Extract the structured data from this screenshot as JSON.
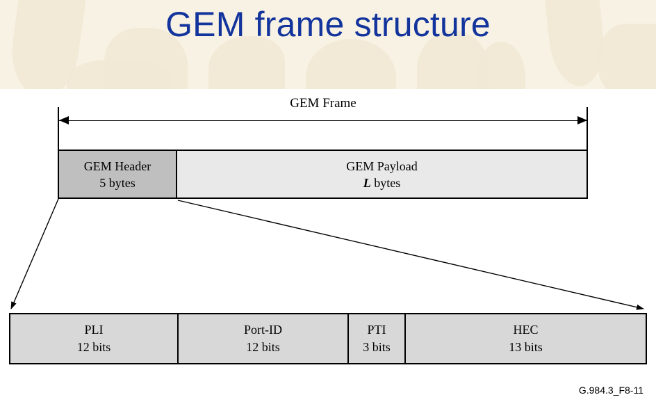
{
  "slide": {
    "title": "GEM frame structure",
    "title_color": "#12349c",
    "band_color": "#f8f2e4"
  },
  "figure": {
    "dimension_label": "GEM Frame",
    "frame_row": [
      {
        "name": "GEM Header",
        "size": "5 bytes",
        "fill": "#bfbfbf"
      },
      {
        "name": "GEM Payload",
        "size_prefix": "L",
        "size_suffix": " bytes",
        "fill": "#e9e9e9"
      }
    ],
    "header_fields": [
      {
        "name": "PLI",
        "size": "12 bits"
      },
      {
        "name": "Port-ID",
        "size": "12 bits"
      },
      {
        "name": "PTI",
        "size": "3 bits"
      },
      {
        "name": "HEC",
        "size": "13 bits"
      }
    ],
    "field_fill": "#d8d8d8",
    "stroke_color": "#000000"
  },
  "caption": "G.984.3_F8-11"
}
